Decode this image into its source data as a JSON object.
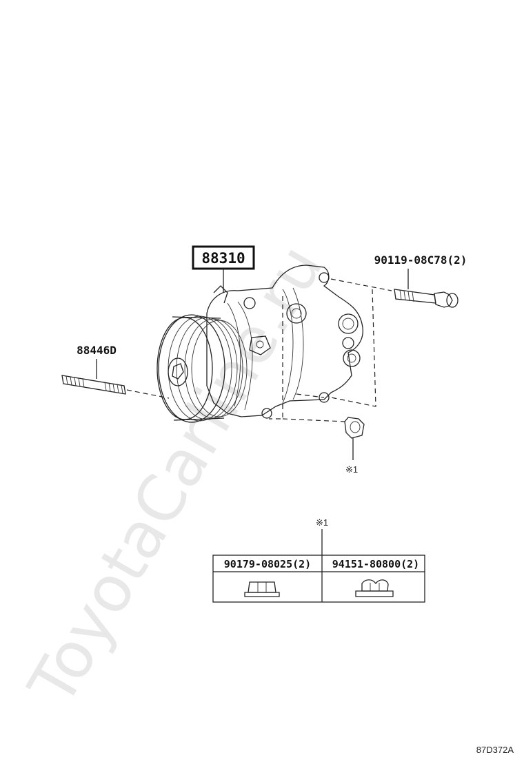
{
  "watermark": "ToyotaCarline.ru",
  "callouts": {
    "compressor": "88310",
    "bolt": "90119-08C78(2)",
    "stud": "88446D",
    "nut_ref": "※1"
  },
  "table": {
    "ref_mark": "※1",
    "col1": "90179-08025(2)",
    "col2": "94151-80800(2)"
  },
  "diagram_code": "87D372A"
}
